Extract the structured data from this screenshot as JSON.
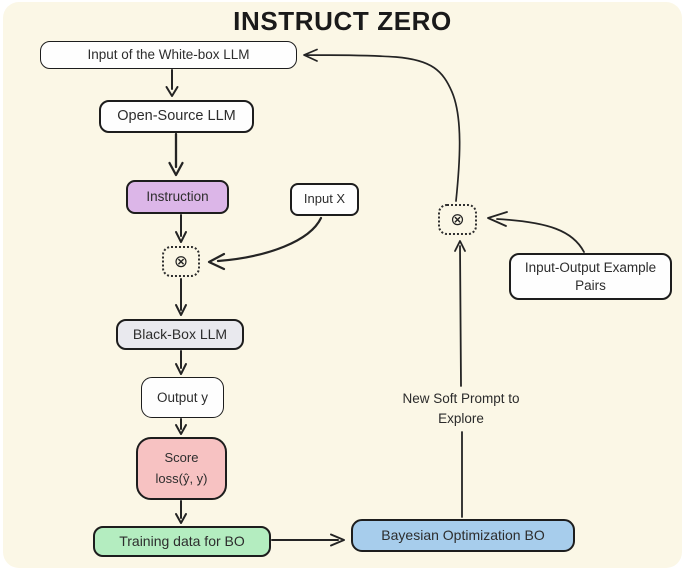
{
  "title": "INSTRUCT ZERO",
  "nodes": {
    "white_box_input": {
      "label": "Input of the White-box LLM",
      "fill": "#fefefe"
    },
    "open_source_llm": {
      "label": "Open-Source LLM",
      "fill": "#fefefe"
    },
    "instruction": {
      "label": "Instruction",
      "fill": "#dcb6e8"
    },
    "input_x": {
      "label": "Input X",
      "fill": "#fefefe"
    },
    "combine_left": {
      "symbol": "⊗"
    },
    "black_box_llm": {
      "label": "Black-Box LLM",
      "fill": "#e9e9ee"
    },
    "output_y": {
      "label": "Output y",
      "fill": "#fefefe"
    },
    "score_loss": {
      "line1": "Score",
      "line2": "loss(ŷ, y)",
      "fill": "#f7c2c2"
    },
    "training_data": {
      "label": "Training data for BO",
      "fill": "#b4edc0"
    },
    "bayesian_optimization": {
      "label": "Bayesian Optimization BO",
      "fill": "#a7cdec"
    },
    "combine_right": {
      "symbol": "⊗"
    },
    "example_pairs": {
      "label": "Input-Output Example Pairs",
      "fill": "#fefefe"
    },
    "new_soft_prompt": {
      "label": "New Soft Prompt to Explore"
    }
  },
  "colors": {
    "background": "#fbf7e6",
    "node_border": "#1d1d1d",
    "arrow": "#242424",
    "instruction_purple": "#dcb6e8",
    "black_box_gray": "#e9e9ee",
    "score_pink": "#f7c2c2",
    "training_green": "#b4edc0",
    "bayesian_blue": "#a7cdec"
  }
}
